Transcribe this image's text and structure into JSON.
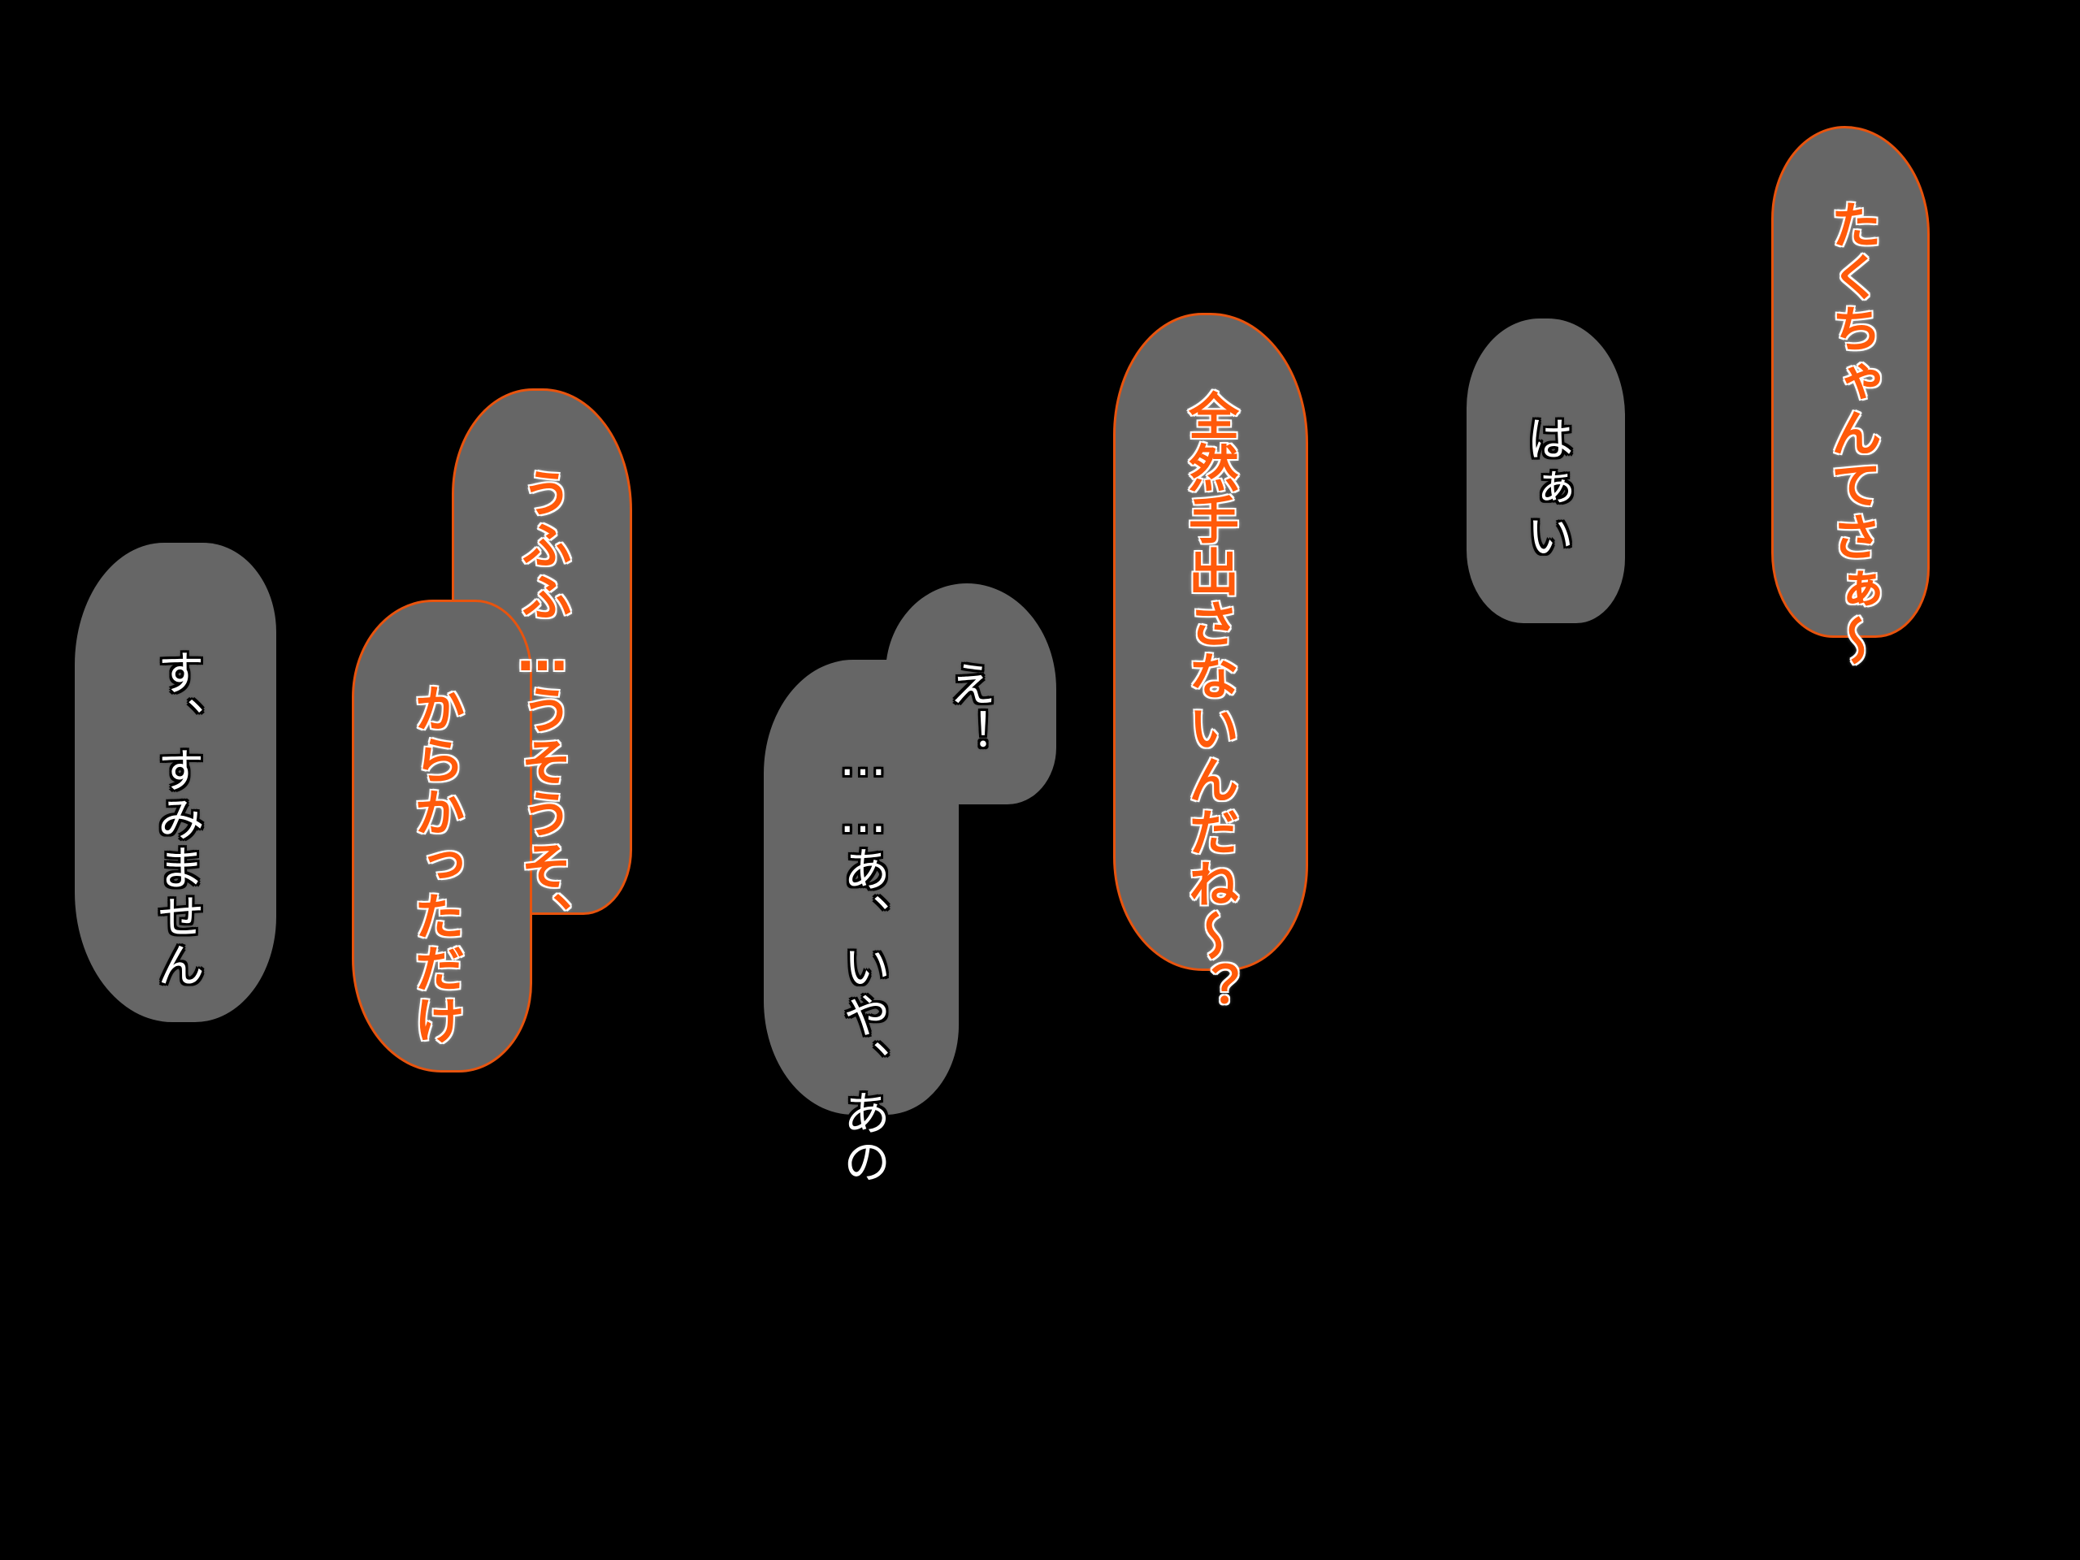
{
  "scene": {
    "background_color": "#000000",
    "bubble_color": "#666666",
    "bubble_outline_color": "#e8540e",
    "orange_text_color": "#ff5a0a"
  },
  "speech": {
    "line1": "たくちゃんてさぁ〜",
    "line2": "はぁい",
    "line3": "全然手出さないんだね〜？",
    "line4": "え！",
    "line5": "……あ、いや、あの",
    "line6": "うふふ…うそうそ、",
    "line7": "からかっただけ",
    "line8": "す、すみません"
  }
}
